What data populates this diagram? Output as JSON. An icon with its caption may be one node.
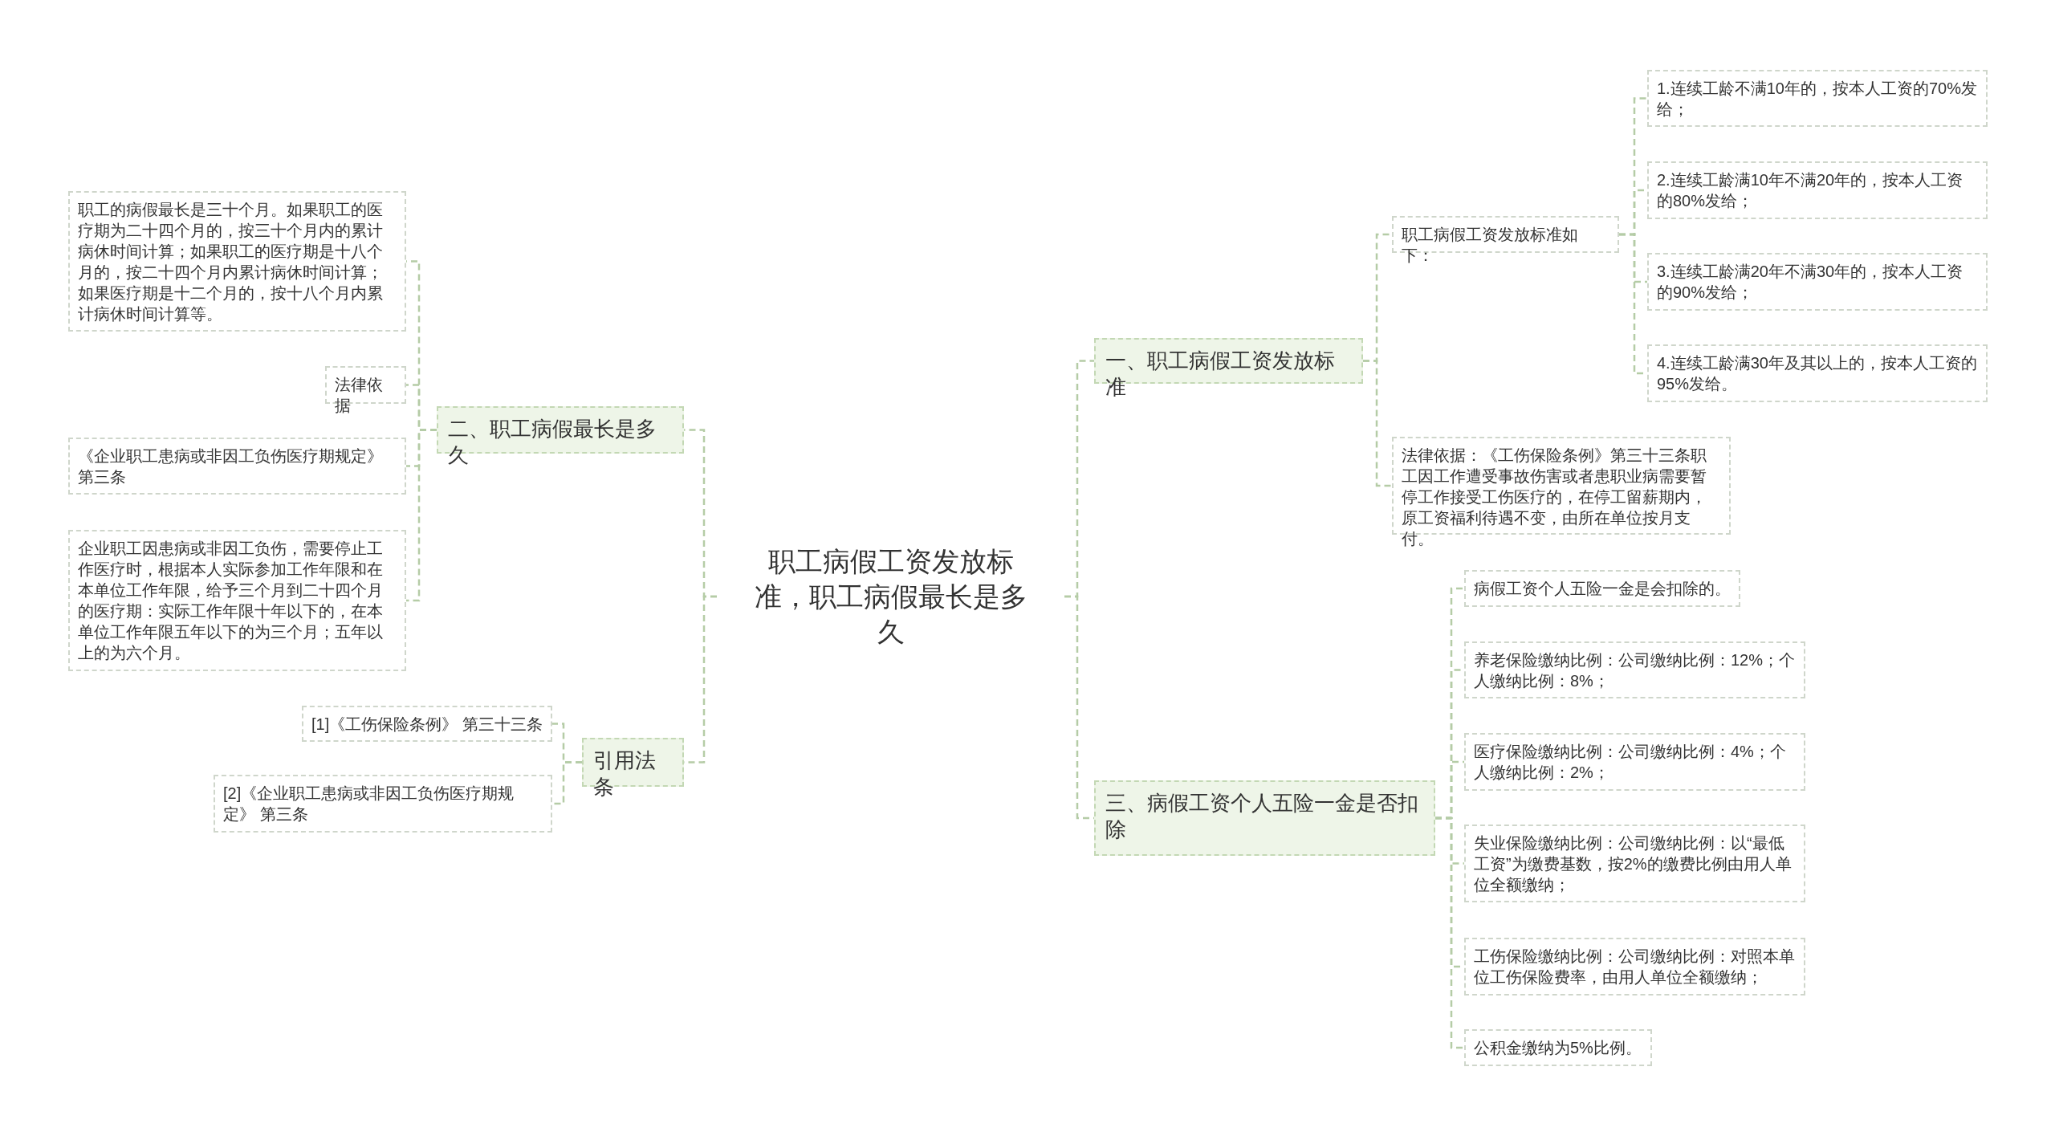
{
  "diagram": {
    "nodes": [
      {
        "text": [
          "职工病假工资发放标准，职工病假最长是多久"
        ]
      },
      {
        "text": [
          "一、职工病假工资发放标准"
        ]
      },
      {
        "text": [
          "职工病假工资发放标准如下："
        ]
      },
      {
        "text": [
          "1.连续工龄不满10年的，按本人工资的70%发给；"
        ]
      },
      {
        "text": [
          "2.连续工龄满10年不满20年的，按本人工资的80%发给；"
        ]
      },
      {
        "text": [
          "3.连续工龄满20年不满30年的，按本人工资的90%发给；"
        ]
      },
      {
        "text": [
          "4.连续工龄满30年及其以上的，按本人工资的95%发给。"
        ]
      },
      {
        "text": [
          "法律依据：《工伤保险条例》第三十三条职工因工作遭受事故伤害或者患职业病需要暂停工作接受工伤医疗的，在停工留薪期内，原工资福利待遇不变，由所在单位按月支付。"
        ]
      },
      {
        "text": [
          "三、病假工资个人五险一金是否扣除"
        ]
      },
      {
        "text": [
          "病假工资个人五险一金是会扣除的。"
        ]
      },
      {
        "text": [
          "养老保险缴纳比例：公司缴纳比例：12%；个人缴纳比例：8%；"
        ]
      },
      {
        "text": [
          "医疗保险缴纳比例：公司缴纳比例：4%；个人缴纳比例：2%；"
        ]
      },
      {
        "text": [
          "失业保险缴纳比例：公司缴纳比例：以“最低工资”为缴费基数，按2%的缴费比例由用人单位全额缴纳；"
        ]
      },
      {
        "text": [
          "工伤保险缴纳比例：公司缴纳比例：对照本单位工伤保险费率，由用人单位全额缴纳；"
        ]
      },
      {
        "text": [
          "公积金缴纳为5%比例。"
        ]
      },
      {
        "text": [
          "二、职工病假最长是多久"
        ]
      },
      {
        "text": [
          "职工的病假最长是三十个月。如果职工的医疗期为二十四个月的，按三十个月内的累计病休时间计算；如果职工的医疗期是十八个月的，按二十四个月内累计病休时间计算；如果医疗期是十二个月的，按十八个月内累计病休时间计算等。"
        ]
      },
      {
        "text": [
          "法律依据"
        ]
      },
      {
        "text": [
          "《企业职工患病或非因工负伤医疗期规定》第三条"
        ]
      },
      {
        "text": [
          "企业职工因患病或非因工负伤，需要停止工作医疗时，根据本人实际参加工作年限和在本单位工作年限，给予三个月到二十四个月的医疗期：实际工作年限十年以下的，在本单位工作年限五年以下的为三个月；五年以上的为六个月。"
        ]
      },
      {
        "text": [
          "引用法条"
        ]
      },
      {
        "text": [
          "[1]《工伤保险条例》 第三十三条"
        ]
      },
      {
        "text": [
          "[2]《企业职工患病或非因工负伤医疗期规定》 第三条"
        ]
      }
    ],
    "edges": [
      {
        "from": 0,
        "to": 1,
        "arrow": "none"
      },
      {
        "from": 1,
        "to": 2,
        "arrow": "none"
      },
      {
        "from": 2,
        "to": 3,
        "arrow": "none"
      },
      {
        "from": 2,
        "to": 4,
        "arrow": "none"
      },
      {
        "from": 2,
        "to": 5,
        "arrow": "none"
      },
      {
        "from": 2,
        "to": 6,
        "arrow": "none"
      },
      {
        "from": 1,
        "to": 7,
        "arrow": "none"
      },
      {
        "from": 0,
        "to": 8,
        "arrow": "none"
      },
      {
        "from": 8,
        "to": 9,
        "arrow": "none"
      },
      {
        "from": 8,
        "to": 10,
        "arrow": "none"
      },
      {
        "from": 8,
        "to": 11,
        "arrow": "none"
      },
      {
        "from": 8,
        "to": 12,
        "arrow": "none"
      },
      {
        "from": 8,
        "to": 13,
        "arrow": "none"
      },
      {
        "from": 8,
        "to": 14,
        "arrow": "none"
      },
      {
        "from": 0,
        "to": 15,
        "arrow": "none"
      },
      {
        "from": 15,
        "to": 16,
        "arrow": "none"
      },
      {
        "from": 15,
        "to": 17,
        "arrow": "none"
      },
      {
        "from": 15,
        "to": 18,
        "arrow": "none"
      },
      {
        "from": 15,
        "to": 19,
        "arrow": "none"
      },
      {
        "from": 0,
        "to": 20,
        "arrow": "none"
      },
      {
        "from": 20,
        "to": 21,
        "arrow": "none"
      },
      {
        "from": 20,
        "to": 22,
        "arrow": "none"
      }
    ]
  }
}
